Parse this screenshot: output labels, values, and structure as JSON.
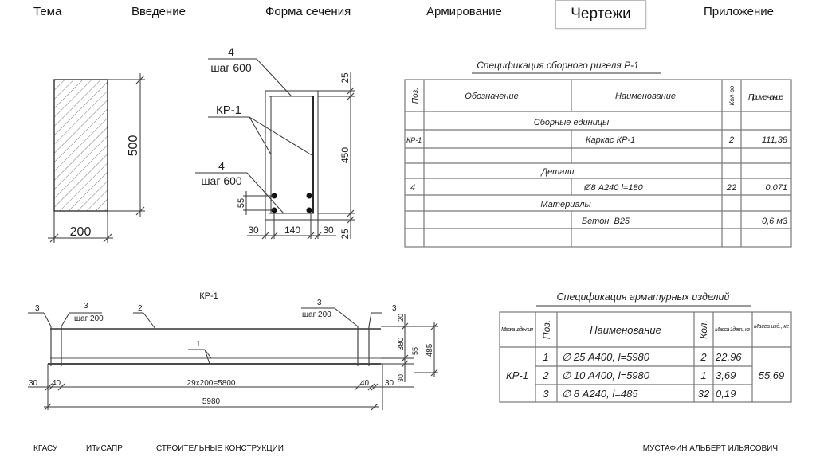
{
  "nav": {
    "items": [
      {
        "label": "Тема"
      },
      {
        "label": "Введение"
      },
      {
        "label": "Форма сечения"
      },
      {
        "label": "Армирование"
      },
      {
        "label": "Чертежи",
        "active": true
      },
      {
        "label": "Приложение"
      }
    ]
  },
  "footer": {
    "org": "КГАСУ",
    "dept": "ИТиСАПР",
    "subject": "СТРОИТЕЛЬНЫЕ КОНСТРУКЦИИ",
    "author": "МУСТАФИН АЛЬБЕРТ ИЛЬЯСОВИЧ"
  },
  "section_shape": {
    "height": "500",
    "width": "200"
  },
  "section_rebar": {
    "leader_top": {
      "pos": "4",
      "step": "шаг 600"
    },
    "leader_frame": "КР-1",
    "leader_bottom": {
      "pos": "4",
      "step": "шаг 600"
    },
    "dims": {
      "top": "25",
      "middle": "450",
      "bottom": "25",
      "bar_gap": "55",
      "left": "30",
      "center": "140",
      "right": "30"
    }
  },
  "spec_girder": {
    "title": "Спецификация сборного ригеля Р-1",
    "headers": [
      "Поз.",
      "Обозначение",
      "Наименование",
      "Кол-во",
      "Приме-чание"
    ],
    "rows": [
      {
        "section": "Сборные единицы"
      },
      {
        "pos": "КР-1",
        "designation": "",
        "name": "Каркас КР-1",
        "qty": "2",
        "note": "111,38"
      },
      {
        "pos": "",
        "designation": "",
        "name": "",
        "qty": "",
        "note": ""
      },
      {
        "section": "Детали"
      },
      {
        "pos": "4",
        "designation": "",
        "name": "Ø8 А240 l=180",
        "qty": "22",
        "note": "0,071"
      },
      {
        "section": "Материалы"
      },
      {
        "pos": "",
        "designation": "",
        "name": "Бетон  В25",
        "qty": "",
        "note": "0,6 м3"
      },
      {
        "pos": "",
        "designation": "",
        "name": "",
        "qty": "",
        "note": ""
      }
    ]
  },
  "frame_drawing": {
    "title": "КР-1",
    "labels": {
      "l3a": "3",
      "l3b": "3",
      "step_left": "шаг 200",
      "l2": "2",
      "l1": "1",
      "l3c": "3",
      "step_right": "шаг 200",
      "l3d": "3"
    },
    "dims": {
      "left30": "30",
      "left40": "40",
      "span": "29х200=5800",
      "right40": "40",
      "right30": "30",
      "total": "5980",
      "r20": "20",
      "r380": "380",
      "r55": "55",
      "r30": "30",
      "r485": "485"
    }
  },
  "spec_rebar": {
    "title": "Спецификация арматурных изделий",
    "headers": [
      "Марка изде-лия",
      "Поз.",
      "Наименование",
      "Кол.",
      "Масса 1дет., кг",
      "Масса изд., кг"
    ],
    "mark": "КР-1",
    "total_mass": "55,69",
    "rows": [
      {
        "pos": "1",
        "name": "∅ 25 А400, l=5980",
        "qty": "2",
        "mass": "22,96"
      },
      {
        "pos": "2",
        "name": "∅ 10 А400, l=5980",
        "qty": "1",
        "mass": "3,69"
      },
      {
        "pos": "3",
        "name": "∅ 8 А240, l=485",
        "qty": "32",
        "mass": "0,19"
      }
    ]
  }
}
